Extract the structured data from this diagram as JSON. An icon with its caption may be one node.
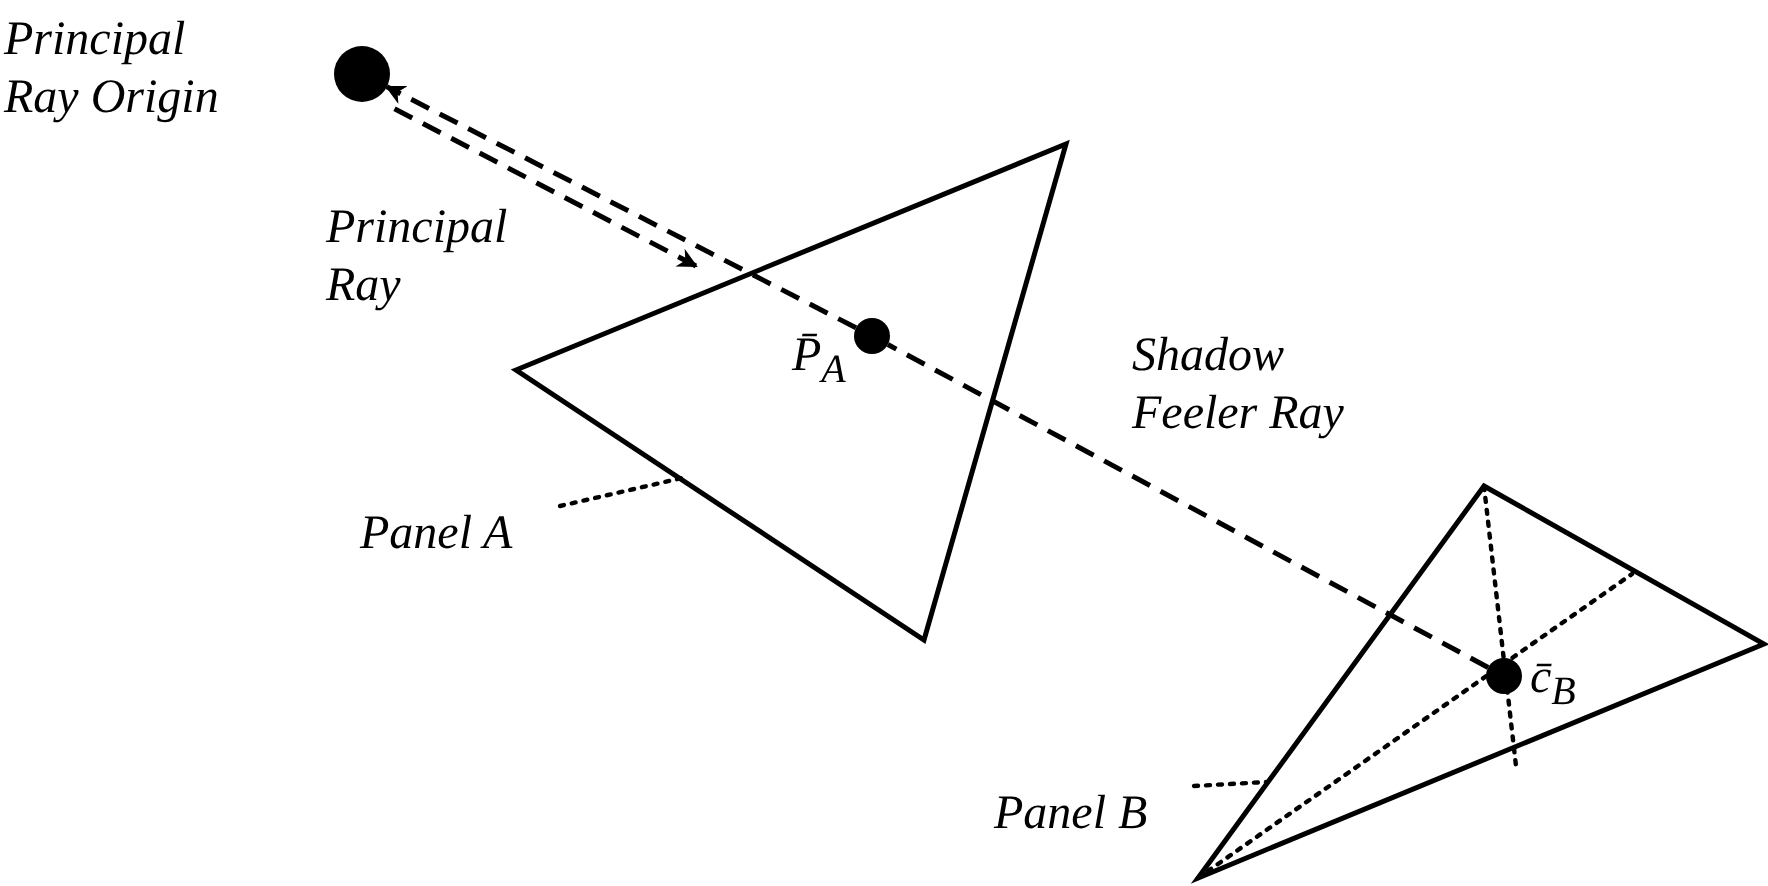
{
  "diagram": {
    "nodes": [
      {
        "text": [],
        "shape": "circle",
        "beside": [
          "Principal Ray Origin"
        ]
      },
      {
        "text": [],
        "shape": "triangle"
      },
      {
        "text": [],
        "shape": "circle",
        "beside": [
          "P̄$_{A}$"
        ],
        "in": 1
      },
      {
        "text": [],
        "shape": "triangle"
      },
      {
        "text": [],
        "shape": "circle",
        "beside": [
          "c̄$_{B}$"
        ],
        "in": 3
      },
      {
        "text": [
          "Panel A"
        ]
      },
      {
        "text": [
          "Panel B"
        ]
      }
    ],
    "edges": [
      {
        "from": 4,
        "to": 2,
        "arrow": "none",
        "style": "dashed",
        "label": "Shadow Feeler Ray"
      },
      {
        "from": 2,
        "to": 0,
        "arrow": "to",
        "style": "dashed"
      },
      {
        "from": 0,
        "to": 1,
        "arrow": "to",
        "style": "dashed",
        "label": "Principal Ray"
      },
      {
        "from": 5,
        "to": 1,
        "arrow": "none"
      },
      {
        "from": 6,
        "to": 3,
        "arrow": "none"
      }
    ]
  }
}
